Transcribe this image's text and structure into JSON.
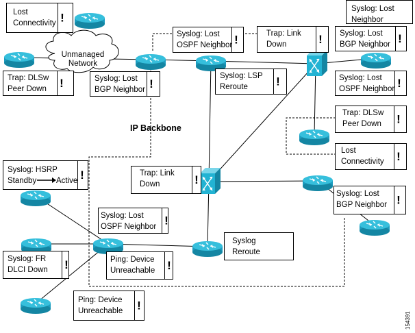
{
  "backbone_label": "IP Backbone",
  "cloud_label": [
    "Unmanaged",
    "Network"
  ],
  "figure_number": "154391",
  "colors": {
    "device": "#22b3d3",
    "device_dark": "#1486a3",
    "device_top": "#7ad6ea"
  },
  "alerts": {
    "lost_connectivity_top": {
      "lines": [
        "Lost",
        "Connectivity"
      ]
    },
    "trap_dlsw_left": {
      "lines": [
        "Trap: DLSw",
        "Peer Down"
      ]
    },
    "syslog_bgp_left": {
      "lines": [
        "Syslog: Lost",
        "BGP Neighbor"
      ]
    },
    "syslog_ospf_top": {
      "lines": [
        "Syslog: Lost",
        "OSPF Neighbor"
      ]
    },
    "syslog_lsp": {
      "lines": [
        "Syslog: LSP",
        "Reroute"
      ]
    },
    "trap_link_top": {
      "lines": [
        "Trap: Link",
        "Down"
      ]
    },
    "syslog_neighbor_top": {
      "lines": [
        "Syslog: Lost",
        "Neighbor"
      ]
    },
    "syslog_bgp_right_top": {
      "lines": [
        "Syslog: Lost",
        "BGP Neighbor"
      ]
    },
    "syslog_ospf_right": {
      "lines": [
        "Syslog: Lost",
        "OSPF Neighbor"
      ]
    },
    "trap_dlsw_right": {
      "lines": [
        "Trap: DLSw",
        "Peer Down"
      ]
    },
    "lost_connectivity_right": {
      "lines": [
        "Lost",
        "Connectivity"
      ]
    },
    "syslog_hsrp": {
      "lines": [
        "Syslog: HSRP",
        "Standby",
        "Active"
      ]
    },
    "trap_link_center": {
      "lines": [
        "Trap: Link",
        "Down"
      ]
    },
    "syslog_bgp_right_bottom": {
      "lines": [
        "Syslog: Lost",
        "BGP Neighbor"
      ]
    },
    "syslog_ospf_center": {
      "lines": [
        "Syslog: Lost",
        "OSPF Neighbor"
      ]
    },
    "syslog_reroute": {
      "lines": [
        "Syslog",
        "Reroute"
      ]
    },
    "syslog_fr": {
      "lines": [
        "Syslog: FR",
        "DLCI Down"
      ]
    },
    "ping_center": {
      "lines": [
        "Ping: Device",
        "Unreachable"
      ]
    },
    "ping_bottom": {
      "lines": [
        "Ping: Device",
        "Unreachable"
      ]
    }
  },
  "alert_mark": "!"
}
